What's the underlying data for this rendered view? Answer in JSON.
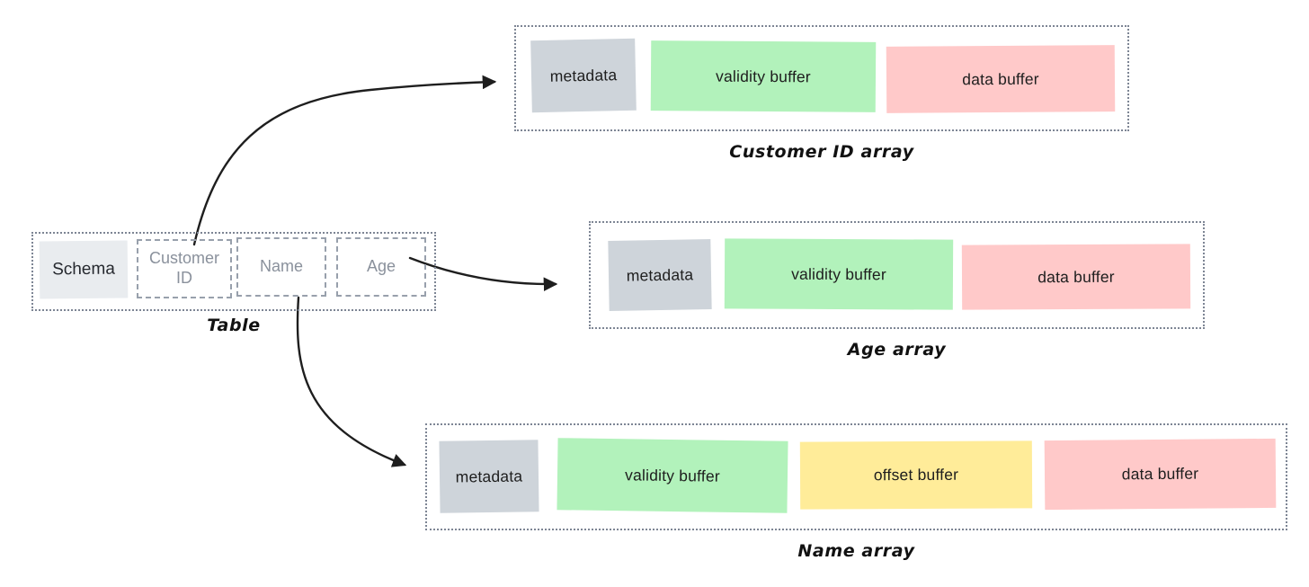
{
  "diagram": {
    "table": {
      "label": "Table",
      "schema": {
        "label": "Schema",
        "color": "#e9ecef"
      },
      "columns": [
        {
          "label": "Customer ID"
        },
        {
          "label": "Name"
        },
        {
          "label": "Age"
        }
      ]
    },
    "arrays": [
      {
        "label": "Customer ID array",
        "buffers": [
          {
            "label": "metadata",
            "color": "#ced4da"
          },
          {
            "label": "validity buffer",
            "color": "#b2f2bb"
          },
          {
            "label": "data buffer",
            "color": "#ffc9c9"
          }
        ]
      },
      {
        "label": "Age array",
        "buffers": [
          {
            "label": "metadata",
            "color": "#ced4da"
          },
          {
            "label": "validity buffer",
            "color": "#b2f2bb"
          },
          {
            "label": "data buffer",
            "color": "#ffc9c9"
          }
        ]
      },
      {
        "label": "Name array",
        "buffers": [
          {
            "label": "metadata",
            "color": "#ced4da"
          },
          {
            "label": "validity buffer",
            "color": "#b2f2bb"
          },
          {
            "label": "offset buffer",
            "color": "#ffec99"
          },
          {
            "label": "data buffer",
            "color": "#ffc9c9"
          }
        ]
      }
    ],
    "arrow_color": "#1e1e1e",
    "container_border_color": "#7d8594"
  }
}
